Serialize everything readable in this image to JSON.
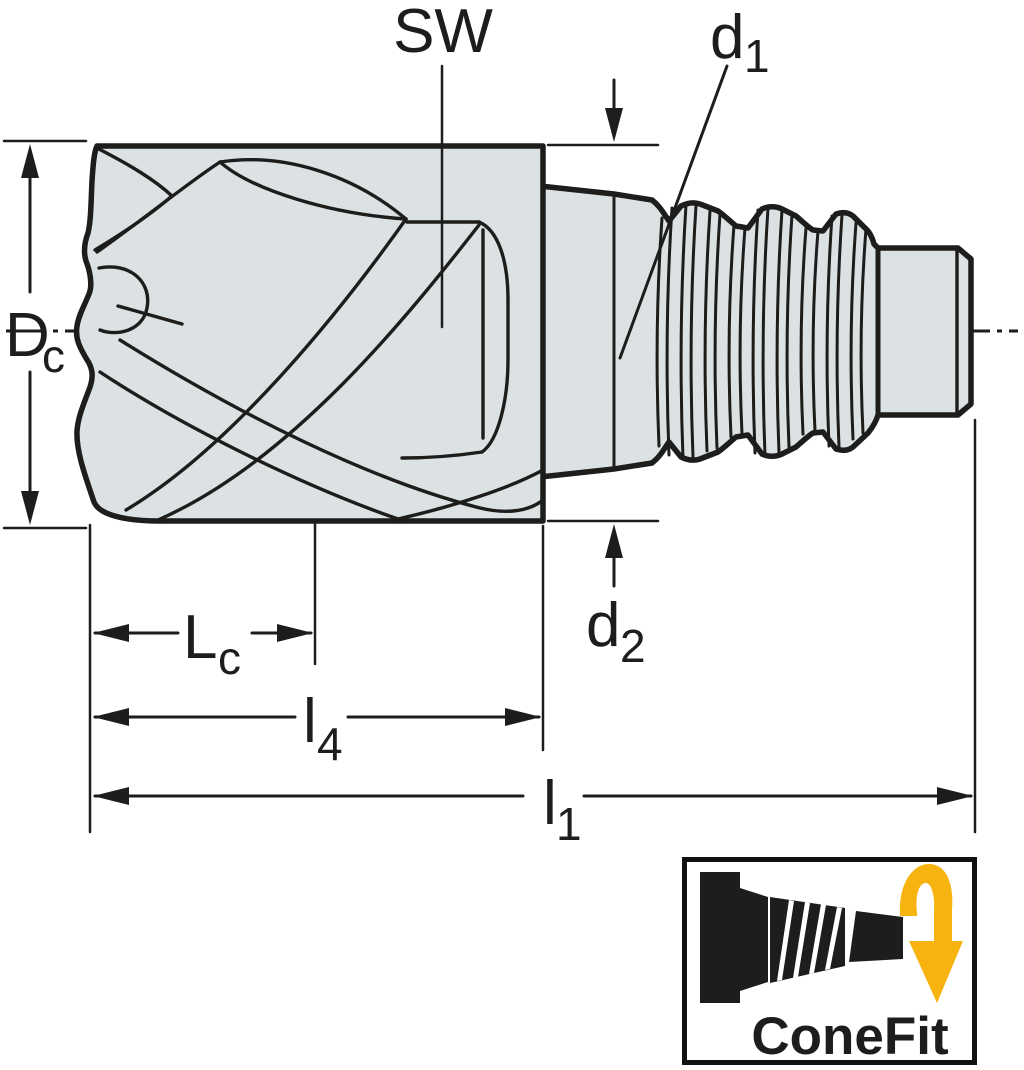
{
  "dimensions": {
    "sw": {
      "main": "SW",
      "sub": ""
    },
    "d1": {
      "main": "d",
      "sub": "1"
    },
    "dc": {
      "main": "D",
      "sub": "c"
    },
    "d2": {
      "main": "d",
      "sub": "2"
    },
    "lc": {
      "main": "L",
      "sub": "c"
    },
    "l4": {
      "main": "l",
      "sub": "4"
    },
    "l1": {
      "main": "l",
      "sub": "1"
    }
  },
  "logo": {
    "label": "ConeFit"
  },
  "colors": {
    "part_fill": "#dce2e4",
    "line": "#1d1d1b",
    "accent_yellow": "#f7b411",
    "background": "#ffffff"
  }
}
